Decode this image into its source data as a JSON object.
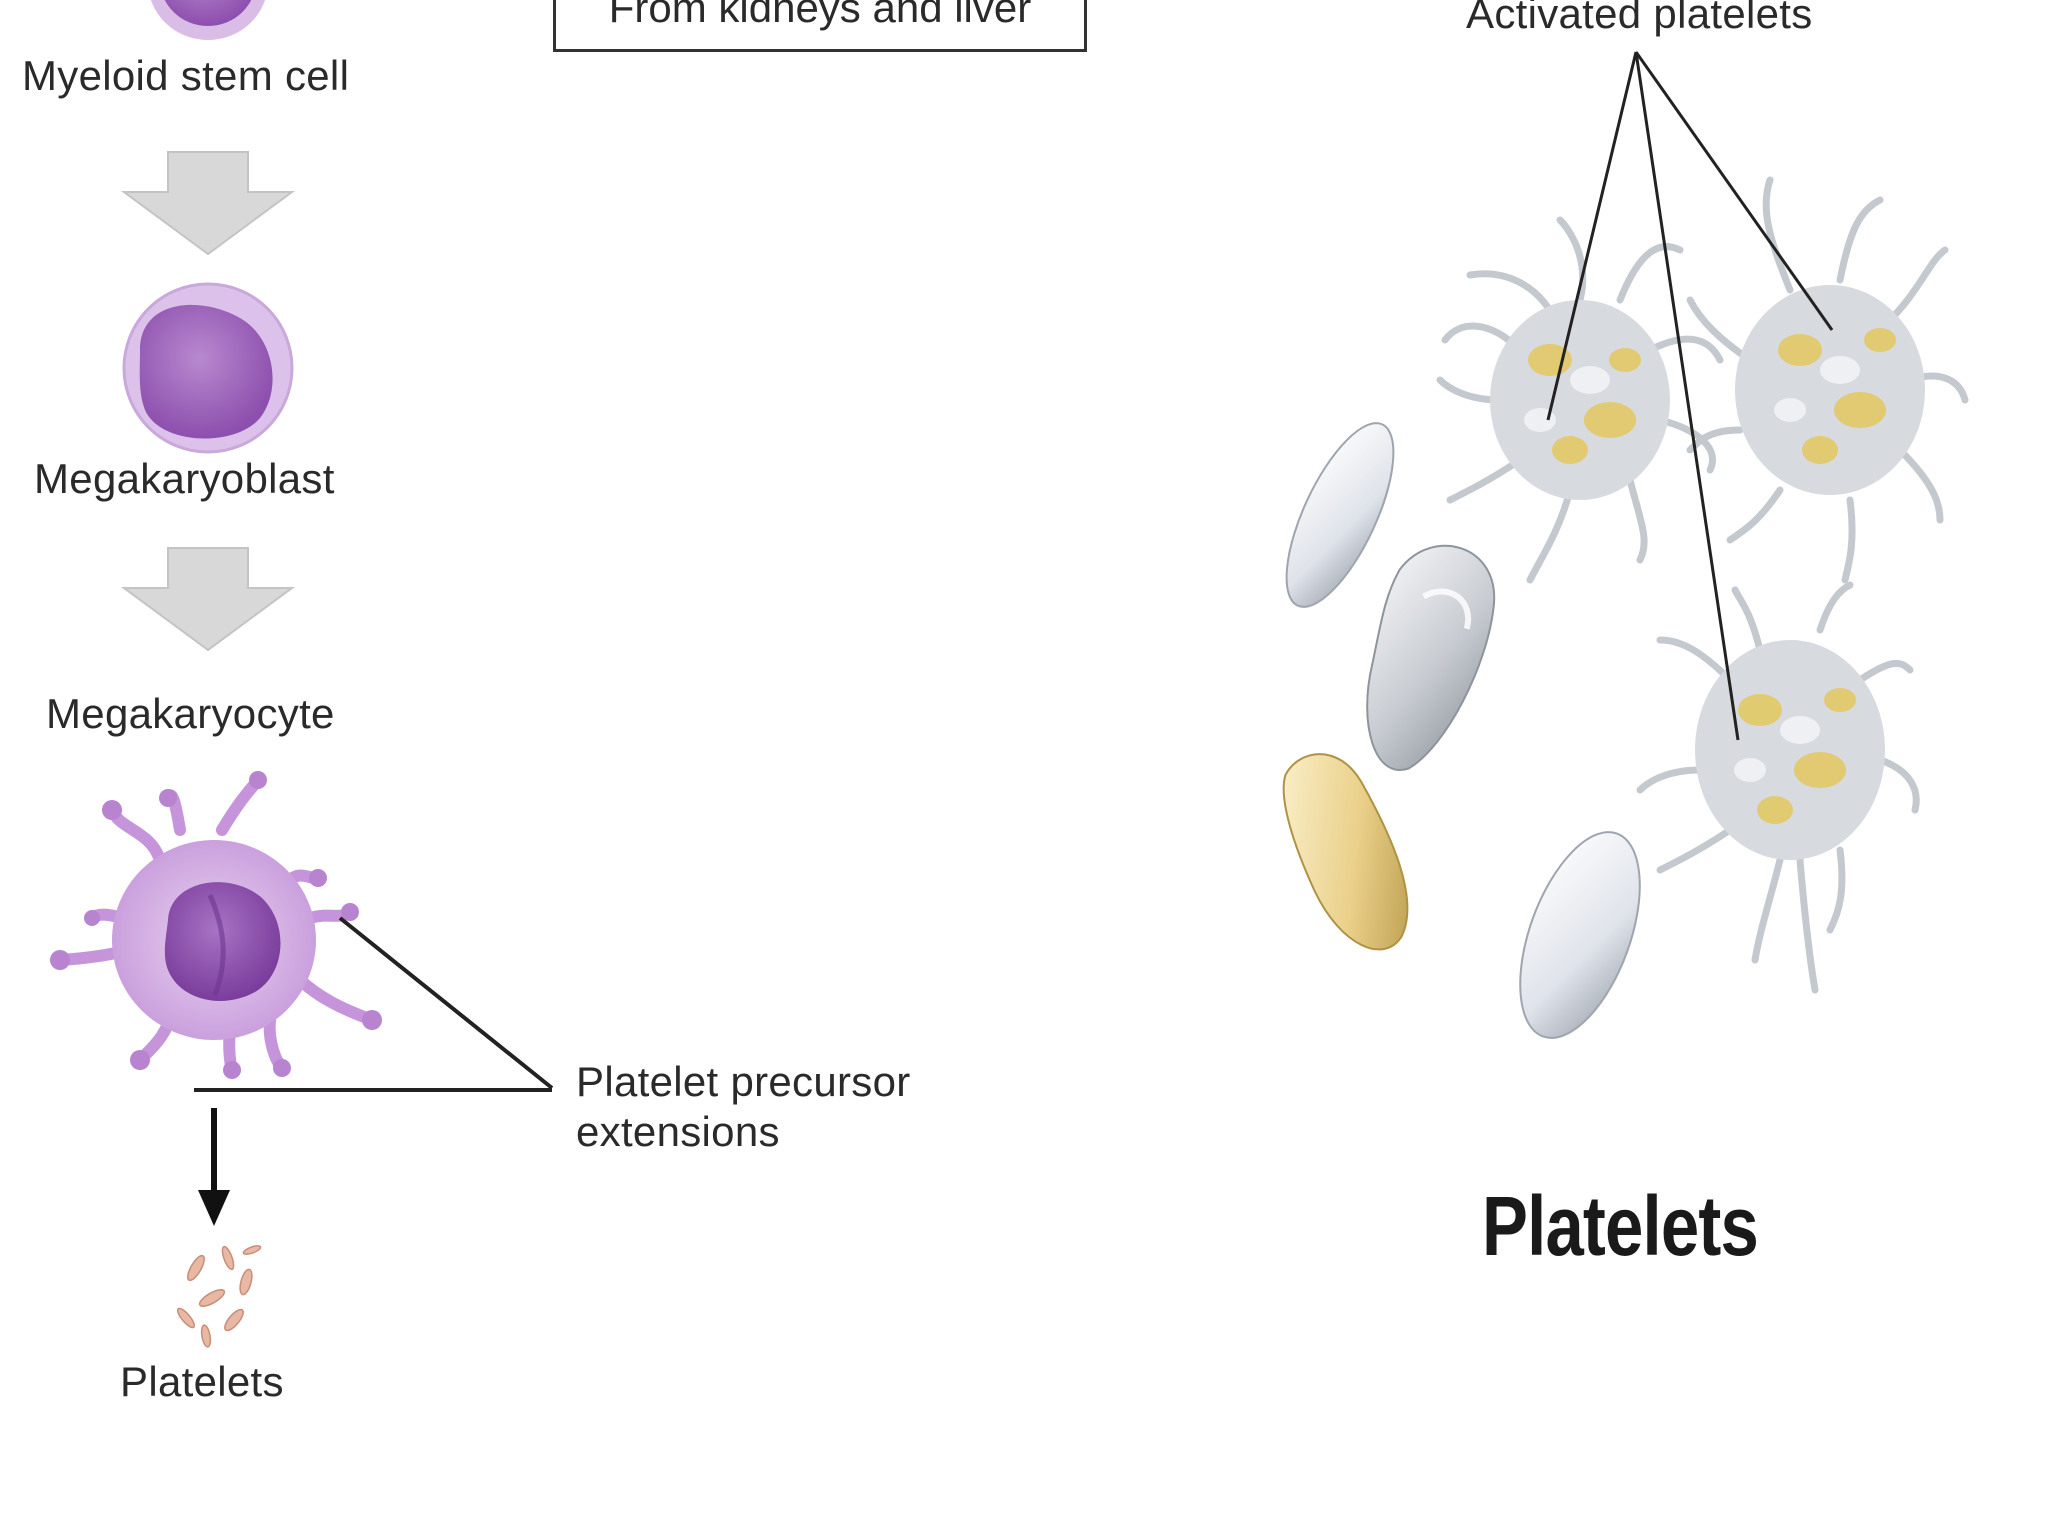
{
  "labels": {
    "myeloid_stem_cell": "Myeloid stem cell",
    "from_kidneys_liver": "From kidneys and liver",
    "megakaryoblast": "Megakaryoblast",
    "megakaryocyte": "Megakaryocyte",
    "platelet_precursor_line1": "Platelet precursor",
    "platelet_precursor_line2": "extensions",
    "platelets_small": "Platelets",
    "activated_platelets": "Activated platelets",
    "platelets_title": "Platelets"
  },
  "colors": {
    "cell_purple": "#a56bc0",
    "cell_outline": "#cfa8de",
    "arrow_gray": "#d6d6d6",
    "platelet_yellow": "#e6c95c",
    "platelet_gray": "#c9cdd2"
  }
}
